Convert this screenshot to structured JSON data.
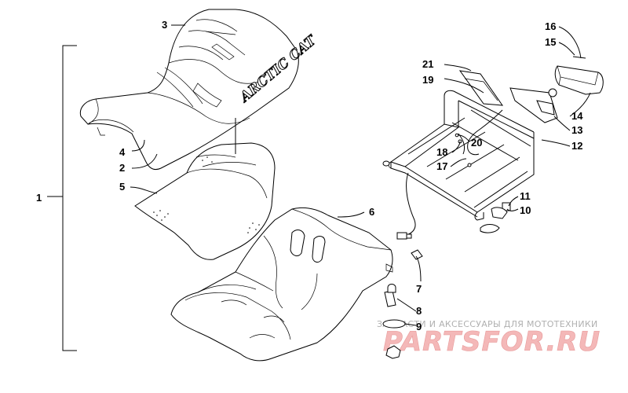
{
  "callouts": {
    "c1": "1",
    "c2": "2",
    "c3": "3",
    "c4": "4",
    "c5": "5",
    "c6": "6",
    "c7": "7",
    "c8": "8",
    "c9": "9",
    "c10": "10",
    "c11": "11",
    "c12": "12",
    "c13": "13",
    "c14": "14",
    "c15": "15",
    "c16": "16",
    "c17": "17",
    "c18": "18",
    "c19": "19",
    "c20": "20",
    "c21": "21"
  },
  "seat_brand": "ARCTIC CAT",
  "watermark": {
    "caption": "ЗАПЧАСТИ И АКСЕССУАРЫ ДЛЯ МОТОТЕХНИКИ",
    "logo": "PARTSFOR.RU"
  }
}
